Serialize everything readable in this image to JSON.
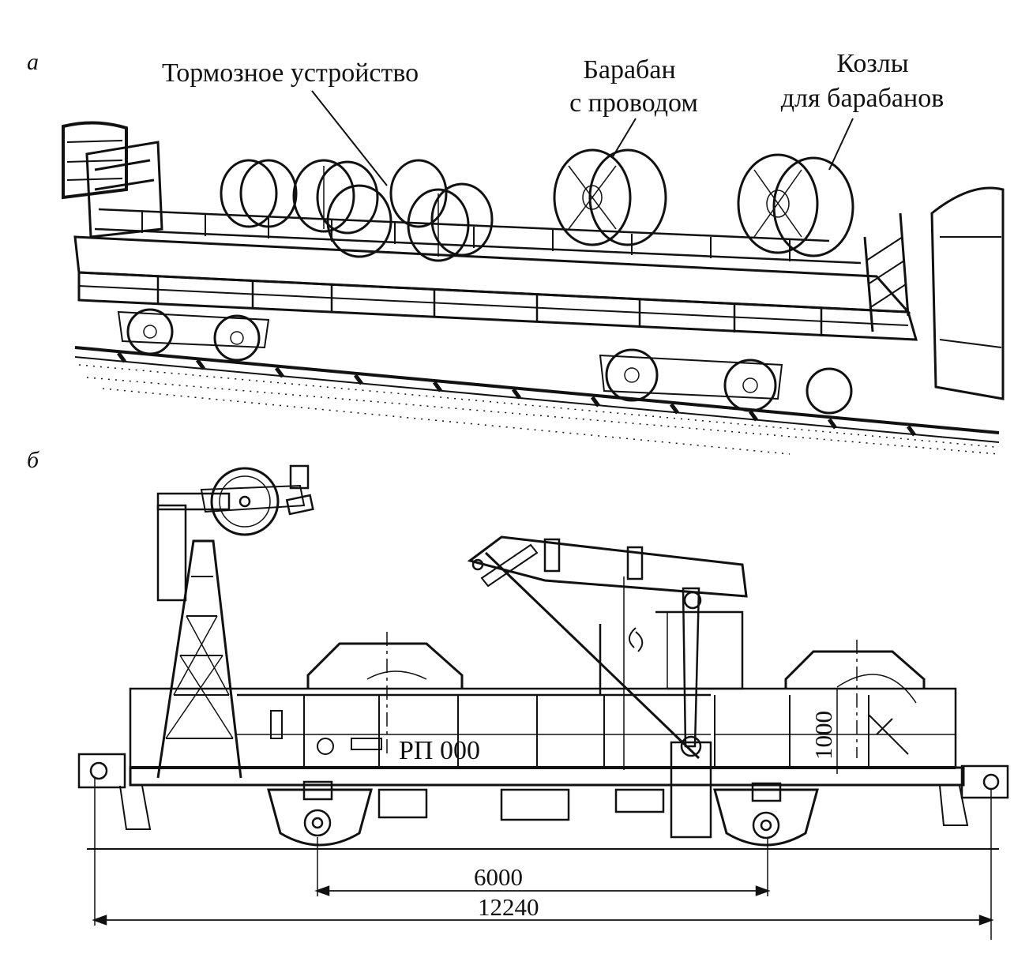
{
  "panels": {
    "a": {
      "letter": "а",
      "labels": {
        "brake": "Тормозное устройство",
        "drum_line1": "Барабан",
        "drum_line2": "с проводом",
        "trestle_line1": "Козлы",
        "trestle_line2": "для барабанов"
      }
    },
    "b": {
      "letter": "б",
      "car_marking": "РП 000",
      "dimensions": {
        "height": "1000",
        "bogie_base": "6000",
        "total_length": "12240"
      }
    }
  }
}
